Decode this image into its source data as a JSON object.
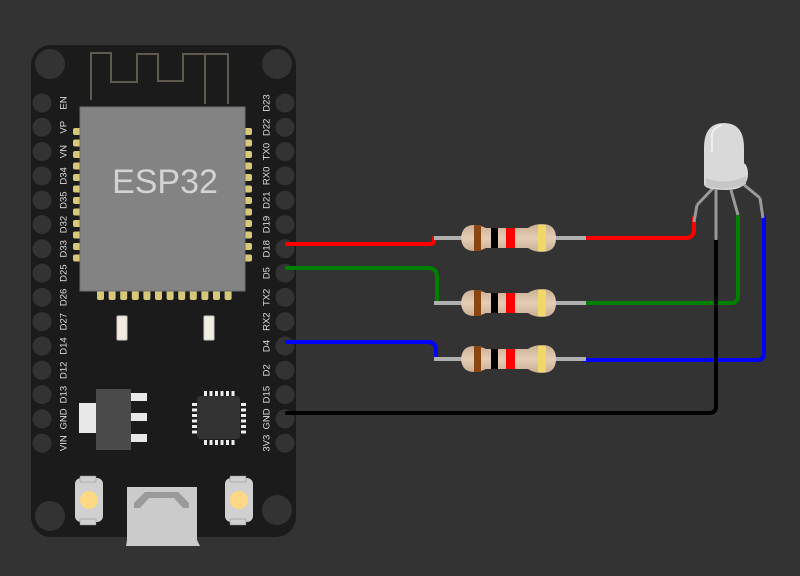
{
  "diagram": {
    "title": "ESP32 RGB LED wiring",
    "background": "#333333",
    "board": {
      "name": "ESP32",
      "chip_label": "ESP32",
      "left_pins": [
        "EN",
        "VP",
        "VN",
        "D34",
        "D35",
        "D32",
        "D33",
        "D25",
        "D26",
        "D27",
        "D14",
        "D12",
        "D13",
        "GND",
        "VIN"
      ],
      "right_pins": [
        "D23",
        "D22",
        "TX0",
        "RX0",
        "D21",
        "D19",
        "D18",
        "D5",
        "TX2",
        "RX2",
        "D4",
        "D2",
        "D15",
        "GND",
        "3V3"
      ]
    },
    "resistors": [
      {
        "id": "R1",
        "bands": [
          "#8b4513",
          "#000000",
          "#ff0000",
          "#f0d868"
        ],
        "from_pin": "D18",
        "to": "LED red"
      },
      {
        "id": "R2",
        "bands": [
          "#8b4513",
          "#000000",
          "#ff0000",
          "#f0d868"
        ],
        "from_pin": "D5",
        "to": "LED green"
      },
      {
        "id": "R3",
        "bands": [
          "#8b4513",
          "#000000",
          "#ff0000",
          "#f0d868"
        ],
        "from_pin": "D4",
        "to": "LED blue"
      }
    ],
    "led": {
      "type": "RGB LED (common cathode)",
      "legs": [
        "red",
        "common",
        "green",
        "blue"
      ]
    },
    "wires": [
      {
        "color": "#ff0000",
        "from": "D18",
        "to": "R1"
      },
      {
        "color": "#ff0000",
        "from": "R1",
        "to": "LED red"
      },
      {
        "color": "#008000",
        "from": "D5",
        "to": "R2"
      },
      {
        "color": "#008000",
        "from": "R2",
        "to": "LED green"
      },
      {
        "color": "#0000ff",
        "from": "D4",
        "to": "R3"
      },
      {
        "color": "#0000ff",
        "from": "R3",
        "to": "LED blue"
      },
      {
        "color": "#000000",
        "from": "GND",
        "to": "LED common"
      }
    ]
  }
}
